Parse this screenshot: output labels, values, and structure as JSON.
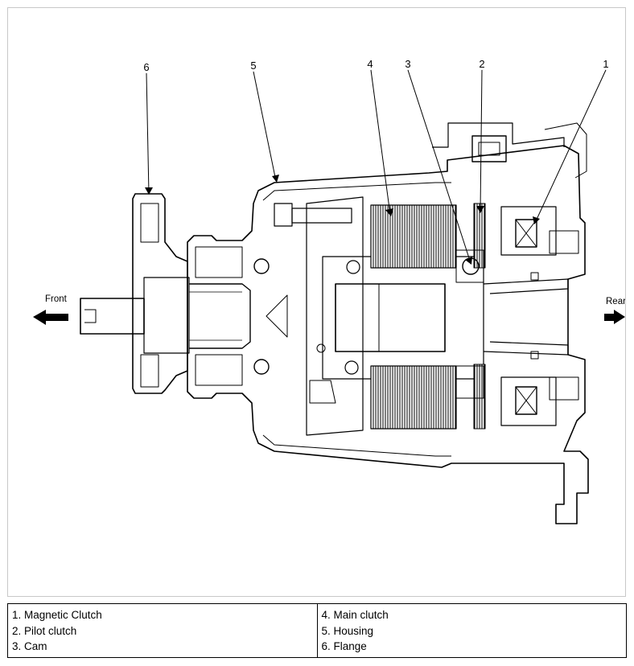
{
  "callouts": [
    "1",
    "2",
    "3",
    "4",
    "5",
    "6"
  ],
  "directions": {
    "front": "Front",
    "rear": "Rear"
  },
  "legend": {
    "left": [
      "1. Magnetic Clutch",
      "2. Pilot clutch",
      "3. Cam"
    ],
    "right": [
      "4. Main clutch",
      "5. Housing",
      "6. Flange"
    ]
  }
}
